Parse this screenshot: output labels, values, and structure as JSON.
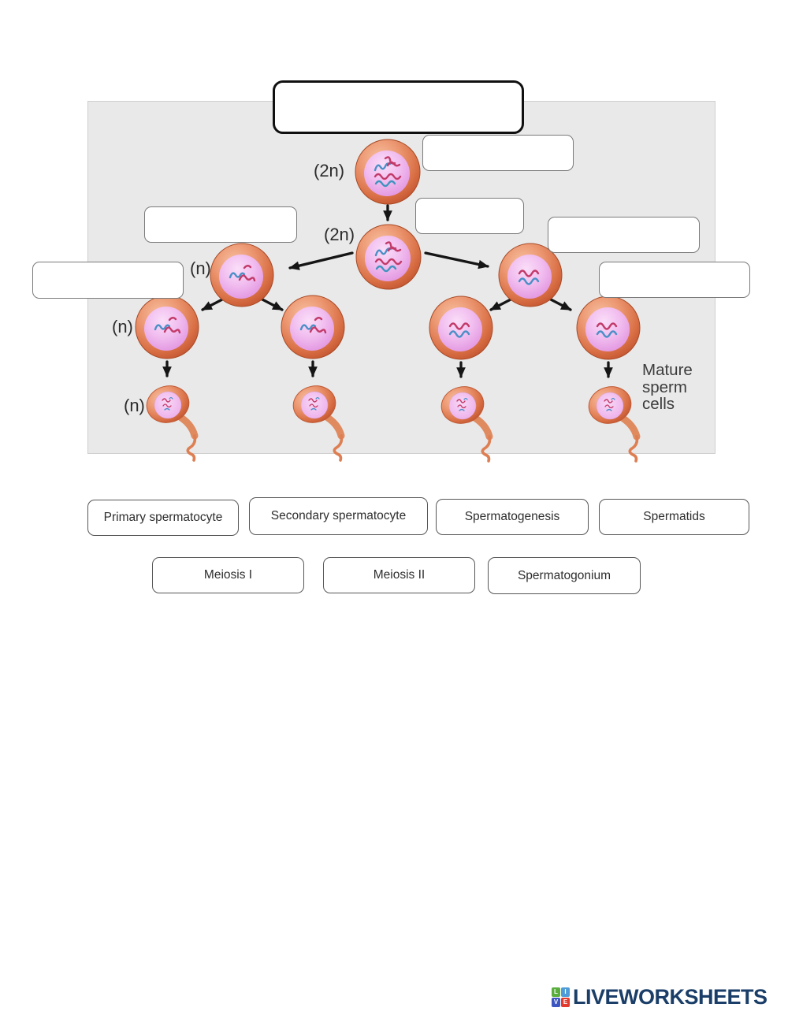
{
  "worksheet": {
    "diagram": {
      "ploidy_labels": {
        "top": "(2n)",
        "middle": "(2n)",
        "secondary": "(n)",
        "spermatid": "(n)",
        "sperm": "(n)"
      },
      "mature_label": {
        "line1": "Mature",
        "line2": "sperm",
        "line3": "cells"
      },
      "answers": {
        "title": "",
        "top_right": "",
        "mid_left": "",
        "center": "",
        "mid_right": "",
        "far_left": "",
        "far_right": ""
      }
    },
    "word_bank": {
      "row1": [
        "Primary spermatocyte",
        "Secondary spermatocyte",
        "Spermatogenesis",
        "Spermatids"
      ],
      "row2": [
        "Meiosis I",
        "Meiosis II",
        "Spermatogonium"
      ]
    },
    "footer": {
      "logo_tiles": [
        "L",
        "I",
        "V",
        "E"
      ],
      "logo_text": "LIVEWORKSHEETS"
    },
    "colors": {
      "panel_bg": "#e9e9e9",
      "cell_ring": "#d96f45",
      "cell_ring_edge": "#c0512d",
      "nucleus": "#f1bdef",
      "chromosome_red": "#c23a69",
      "chromosome_blue": "#4a8fc7",
      "arrow": "#151515",
      "logo_navy": "#1a3e68"
    }
  }
}
